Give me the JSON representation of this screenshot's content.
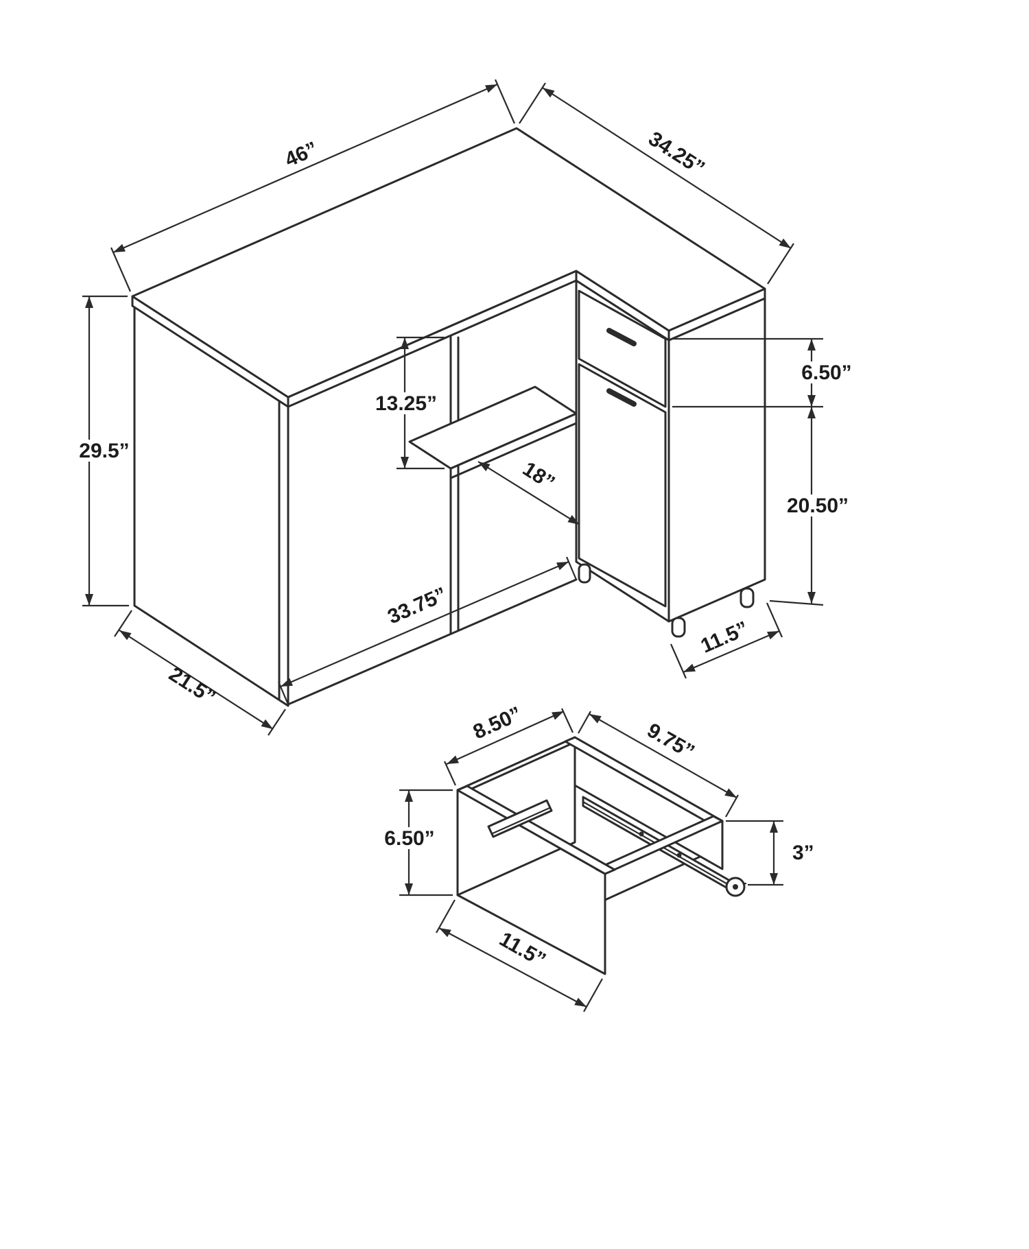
{
  "drawing": {
    "type": "dimensioned technical line drawing",
    "subject": "L-shaped corner desk with storage cabinet and pull-out drawer detail"
  },
  "main_view": {
    "dimensions": {
      "desk_width": "46”",
      "desk_depth": "34.25”",
      "desk_height": "29.5”",
      "shelf_opening": "13.25”",
      "drawer_front": "6.50”",
      "shelf_depth": "18”",
      "cabinet_door": "20.50”",
      "front_span": "33.75”",
      "panel_depth": "21.5”",
      "cabinet_width": "11.5”"
    }
  },
  "drawer_view": {
    "dimensions": {
      "inner_width": "8.50”",
      "inner_depth": "9.75”",
      "front_height": "6.50”",
      "glide_height": "3”",
      "overall_depth": "11.5”"
    }
  }
}
